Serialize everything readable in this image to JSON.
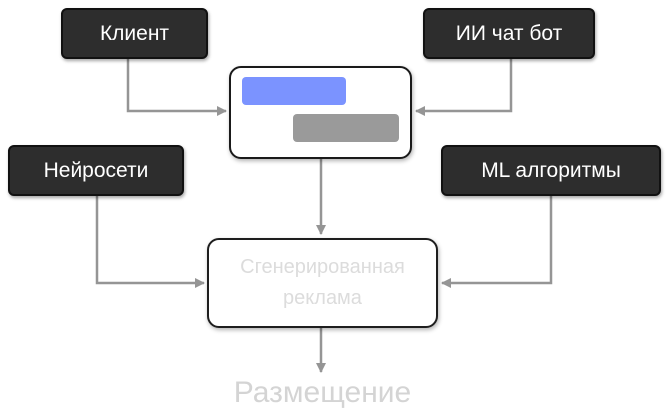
{
  "nodes": {
    "client": "Клиент",
    "ai_chat_bot": "ИИ чат бот",
    "neural_networks": "Нейросети",
    "ml_algorithms": "ML алгоритмы",
    "generated_ad_line1": "Сгенерированная",
    "generated_ad_line2": "реклама",
    "placement": "Размещение"
  },
  "colors": {
    "user_bubble": "#7b93ff",
    "bot_bubble": "#9a9a9a",
    "connector": "#959595"
  }
}
